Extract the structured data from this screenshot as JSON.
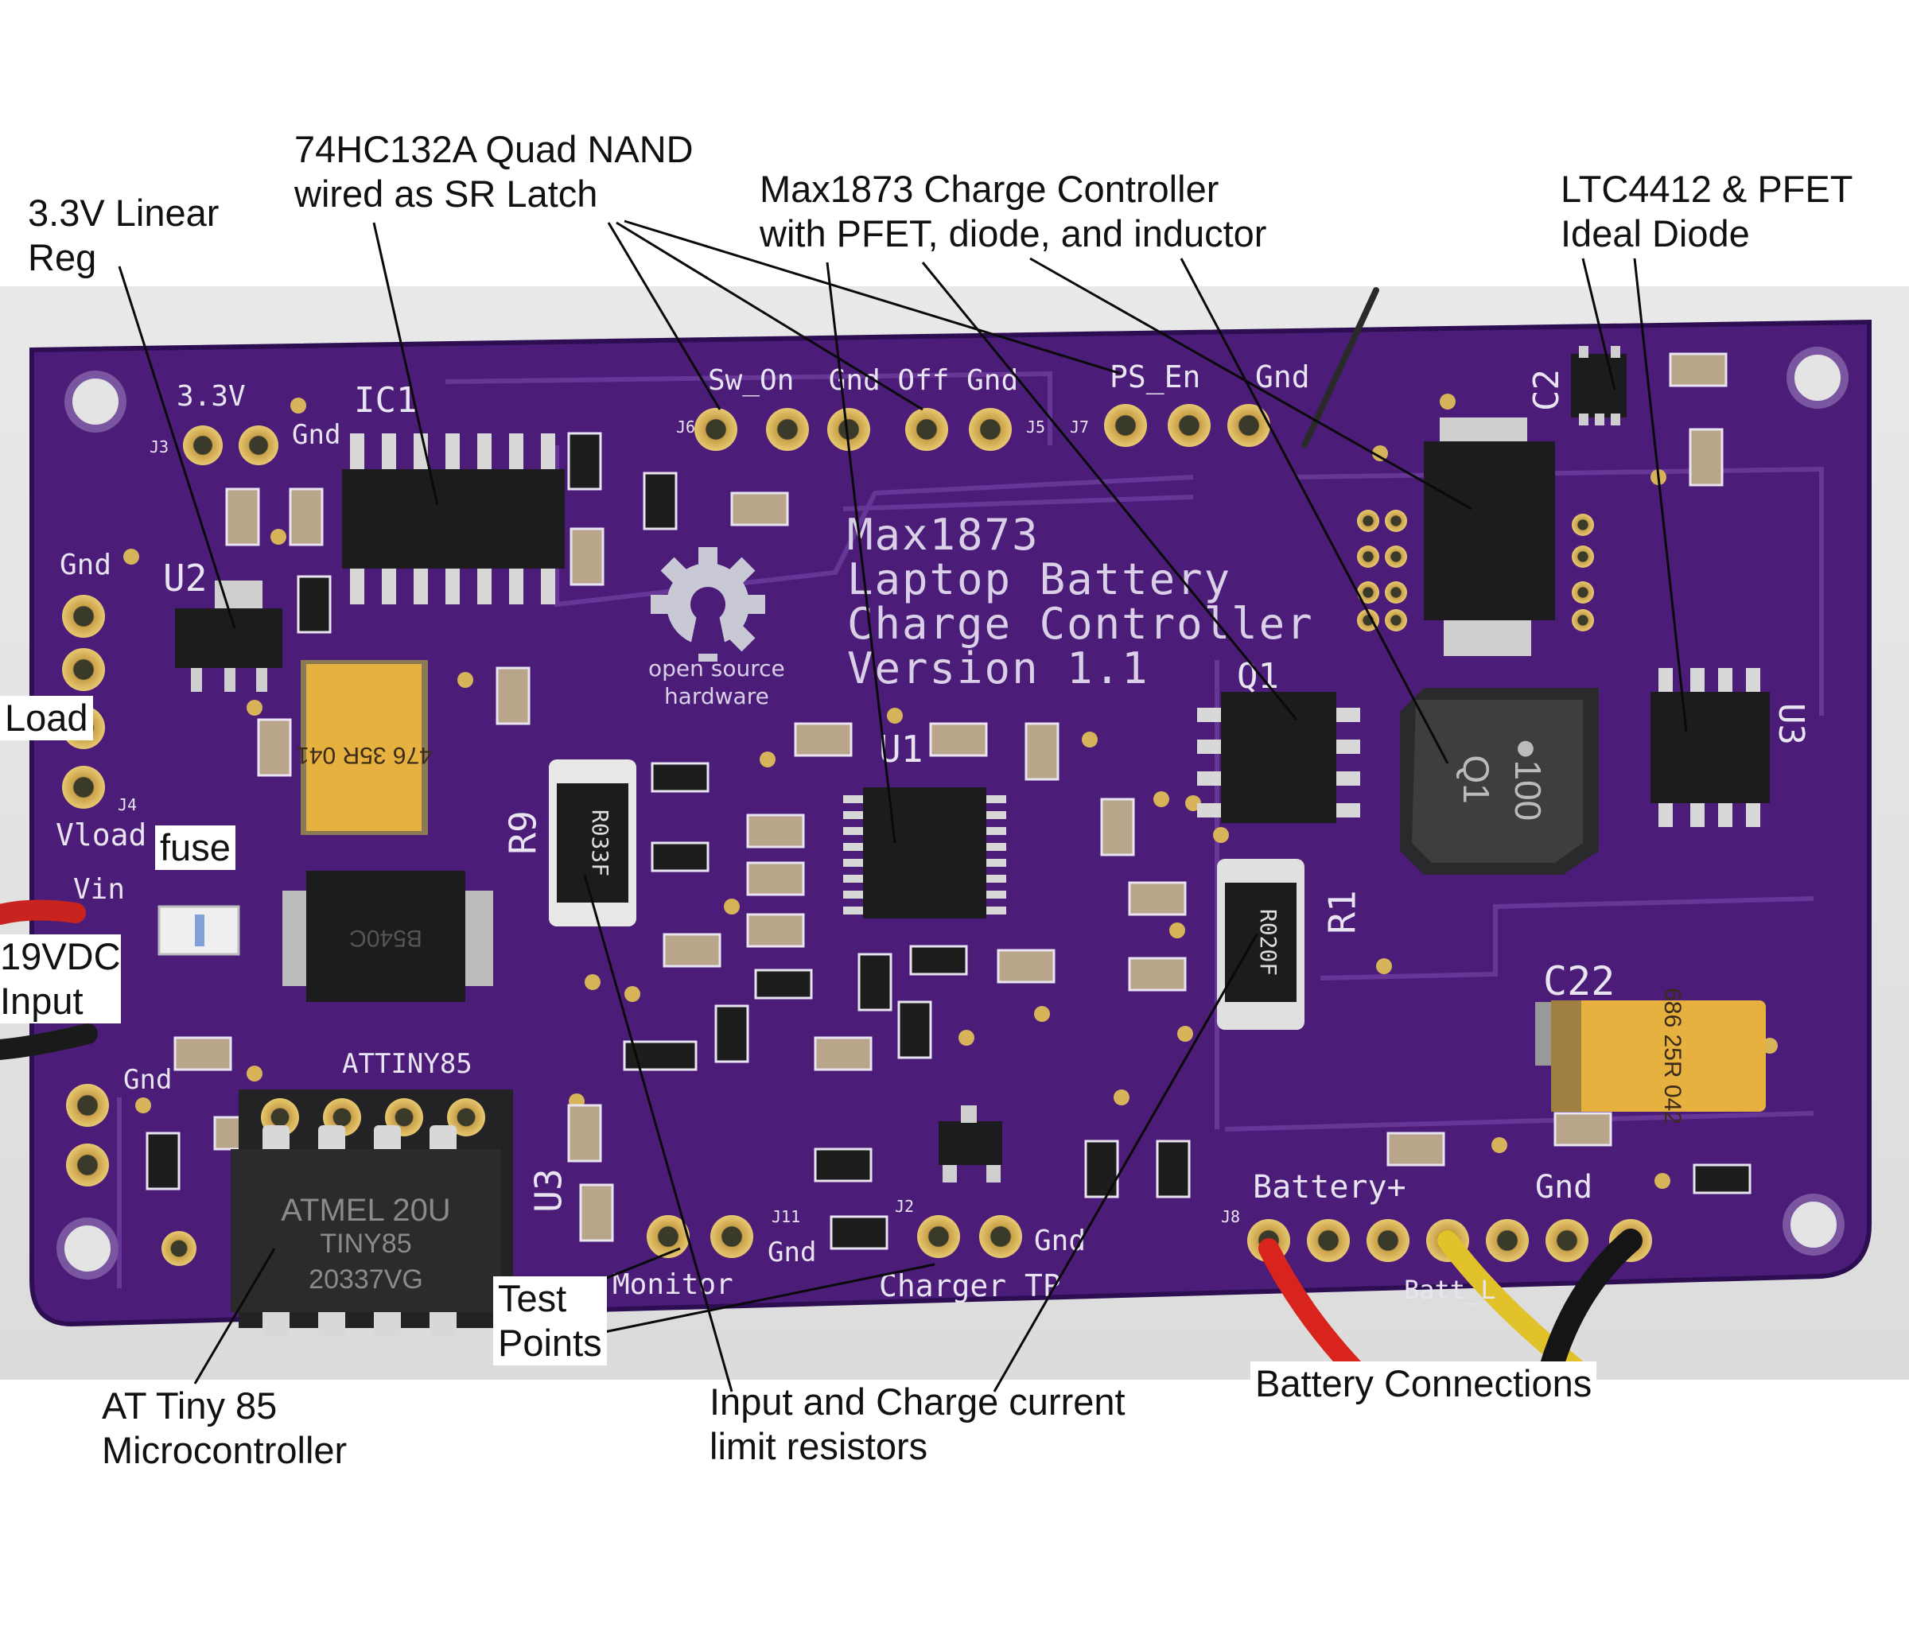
{
  "annotations": {
    "reg": {
      "line1": "3.3V Linear",
      "line2": "Reg"
    },
    "nand": {
      "line1": "74HC132A Quad NAND",
      "line2": "wired as SR Latch"
    },
    "max": {
      "line1": "Max1873 Charge Controller",
      "line2": "with PFET, diode, and inductor"
    },
    "ltc": {
      "line1": "LTC4412 & PFET",
      "line2": "Ideal Diode"
    },
    "load": "Load",
    "fuse": "fuse",
    "vin": {
      "line1": "19VDC",
      "line2": "Input"
    },
    "testpoints": {
      "line1": "Test",
      "line2": "Points"
    },
    "attiny": {
      "line1": "AT Tiny 85",
      "line2": "Microcontroller"
    },
    "resistors": {
      "line1": "Input and Charge current",
      "line2": "limit resistors"
    },
    "battery": "Battery Connections"
  },
  "silkscreen": {
    "title": [
      "Max1873",
      "Laptop Battery",
      "Charge Controller",
      "Version 1.1"
    ],
    "oshw": [
      "open source",
      "hardware"
    ],
    "v33": "3.3V",
    "ic1": "IC1",
    "gnd": "Gnd",
    "u2": "U2",
    "sw_row": "Sw_On  Gnd Off Gnd",
    "ps_row": "PS_En   Gnd",
    "j6": "J6",
    "j5": "J5",
    "j7": "J7",
    "j3": "J3",
    "j4": "J4",
    "vload": "Vload",
    "vin": "Vin",
    "r9": "R9",
    "r1": "R1",
    "u1": "U1",
    "q1": "Q1",
    "u3": "U3",
    "c2": "C2",
    "c22": "C22",
    "attiny85": "ATTINY85",
    "battery_plus": "Battery+",
    "batt_gnd": "Gnd",
    "batt_l": "Batt_L",
    "monitor": "Monitor",
    "charger_tp": "Charger TP",
    "j11": "J11",
    "j2": "J2",
    "j8": "J8"
  },
  "chip_markings": {
    "r9": "R033F",
    "r1": "R020F",
    "inductor": "●100",
    "tant1": "476 35R 041",
    "tant2": "686 25R 042",
    "attiny": [
      "ATMEL 20U",
      "TINY85",
      "20337VG"
    ],
    "diode": "B540C"
  },
  "colors": {
    "pcb": "#4b1c78",
    "pad": "#d7b35a",
    "silk": "#e9e4f2",
    "component": "#1b1b1f"
  }
}
